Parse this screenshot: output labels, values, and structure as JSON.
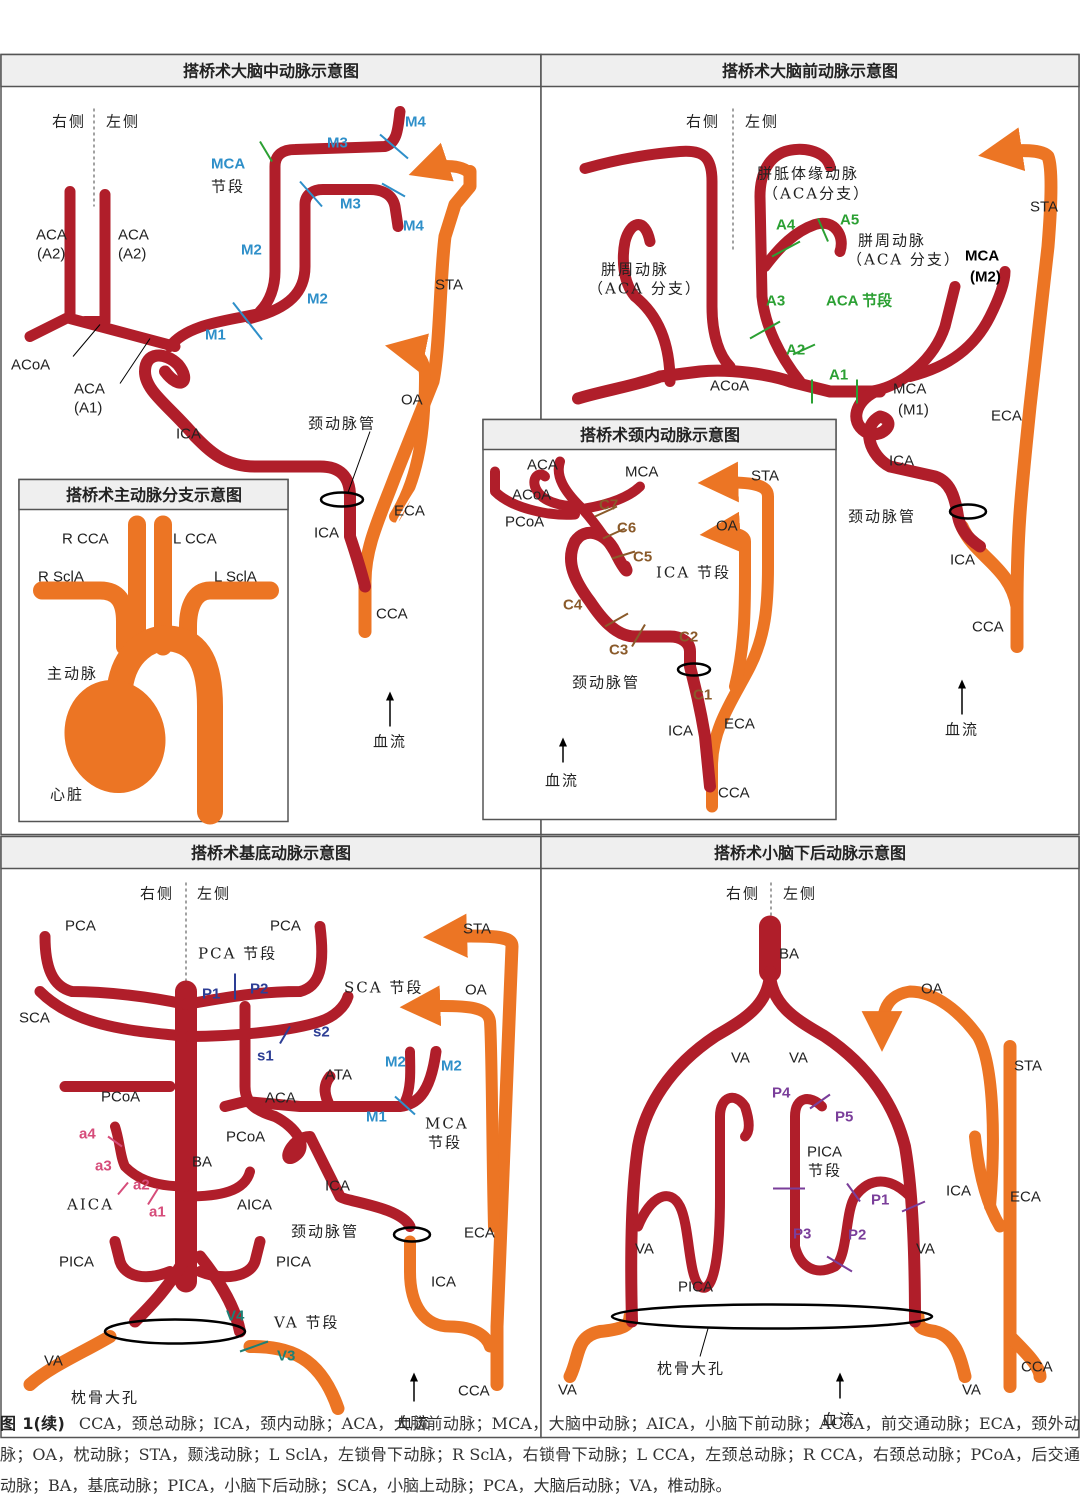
{
  "colors": {
    "artery": "#B01E2A",
    "external": "#EC7524",
    "panel_border": "#555555",
    "title_bg": "#EFEFEF",
    "text_dark": "#222222",
    "mca_label": "#2E8FC9",
    "aca_label": "#2BA033",
    "ica_label": "#8A5A2A",
    "pca_label": "#2D3E95",
    "aica_label": "#D64C7A",
    "va_label": "#1D8075",
    "pica_label": "#7A3E9A"
  },
  "icons": [
    "arrow-up-icon",
    "arrowhead-icon",
    "ring-icon"
  ],
  "panels": {
    "mca": {
      "title": "搭桥术大脑中动脉示意图",
      "right": "右侧",
      "left": "左侧",
      "segment": "MCA",
      "segment2": "节段",
      "m4": "M4",
      "m3": "M3",
      "m2": "M2",
      "m1": "M1",
      "aca_a2": "ACA",
      "a2": "(A2)",
      "acoa": "ACoA",
      "aca_a1": "ACA",
      "a1": "(A1)",
      "ica": "ICA",
      "carotid": "颈动脉管",
      "sta": "STA",
      "oa": "OA",
      "eca": "ECA",
      "cca": "CCA",
      "flow": "血流"
    },
    "aorta": {
      "title": "搭桥术主动脉分支示意图",
      "rcca": "R CCA",
      "lcca": "L CCA",
      "rscla": "R SclA",
      "lscla": "L SclA",
      "aorta": "主动脉",
      "heart": "心脏"
    },
    "aca": {
      "title": "搭桥术大脑前动脉示意图",
      "right": "右侧",
      "left": "左侧",
      "callosomarginal": "胼胝体缘动脉",
      "callosomarginal_sub": "（ACA分支）",
      "pericallosal_r": "胼周动脉",
      "pericallosal_r_sub": "（ACA 分支）",
      "pericallosal_l": "胼周动脉",
      "pericallosal_l_sub": "（ACA 分支）",
      "a1": "A1",
      "a2": "A2",
      "a3": "A3",
      "a4": "A4",
      "a5": "A5",
      "segment": "ACA 节段",
      "mca_m2": "MCA",
      "m2": "(M2)",
      "mca_m1": "MCA",
      "m1": "(M1)",
      "acoa": "ACoA",
      "ica_top": "ICA",
      "carotid": "颈动脉管",
      "ica_bottom": "ICA",
      "sta": "STA",
      "eca": "ECA",
      "cca": "CCA",
      "flow": "血流"
    },
    "ica": {
      "title": "搭桥术颈内动脉示意图",
      "aca": "ACA",
      "acoa": "ACoA",
      "pcoa": "PCoA",
      "mca": "MCA",
      "c7": "C7",
      "c6": "C6",
      "c5": "C5",
      "c4": "C4",
      "c3": "C3",
      "c2": "C2",
      "c1": "C1",
      "segment": "ICA 节段",
      "carotid": "颈动脉管",
      "sta": "STA",
      "oa": "OA",
      "ica": "ICA",
      "eca": "ECA",
      "cca": "CCA",
      "flow": "血流"
    },
    "basilar": {
      "title": "搭桥术基底动脉示意图",
      "right": "右侧",
      "left": "左侧",
      "pca_r": "PCA",
      "pca_l": "PCA",
      "pca_seg": "PCA 节段",
      "p1": "P1",
      "p2": "P2",
      "sca": "SCA",
      "sca_seg": "SCA 节段",
      "s1": "s1",
      "s2": "s2",
      "pcoa_r": "PCoA",
      "ata": "ATA",
      "m2a": "M2",
      "m2b": "M2",
      "m1": "M1",
      "mca_seg": "MCA",
      "mca_seg2": "节段",
      "aca": "ACA",
      "pcoa_l": "PCoA",
      "ba": "BA",
      "ica_top": "ICA",
      "a4": "a4",
      "a3": "a3",
      "a2": "a2",
      "a1": "a1",
      "aica_seg": "AICA",
      "aica": "AICA",
      "carotid": "颈动脉管",
      "pica_r": "PICA",
      "pica_l": "PICA",
      "v4": "V4",
      "va_seg": "VA 节段",
      "v3": "V3",
      "va": "VA",
      "foramen": "枕骨大孔",
      "sta": "STA",
      "oa": "OA",
      "eca": "ECA",
      "ica_bottom": "ICA",
      "cca": "CCA",
      "flow": "血流"
    },
    "pica": {
      "title": "搭桥术小脑下后动脉示意图",
      "right": "右侧",
      "left": "左侧",
      "ba": "BA",
      "va_r": "VA",
      "va_l": "VA",
      "oa": "OA",
      "sta": "STA",
      "p4": "P4",
      "p5": "P5",
      "pica_seg": "PICA",
      "pica_seg2": "节段",
      "p1": "P1",
      "p2": "P2",
      "p3": "P3",
      "ica": "ICA",
      "eca": "ECA",
      "va_ml": "VA",
      "va_mr": "VA",
      "pica": "PICA",
      "foramen": "枕骨大孔",
      "cca": "CCA",
      "va_bl": "VA",
      "va_br": "VA",
      "flow": "血流"
    }
  },
  "caption": {
    "lead": "图 1(续)",
    "text": "CCA，颈总动脉；ICA，颈内动脉；ACA，大脑前动脉；MCA，大脑中动脉；AICA，小脑下前动脉；ACoA，前交通动脉；ECA，颈外动脉；OA，枕动脉；STA，颞浅动脉；L SclA，左锁骨下动脉；R SclA，右锁骨下动脉；L CCA，左颈总动脉；R CCA，右颈总动脉；PCoA，后交通动脉；BA，基底动脉；PICA，小脑下后动脉；SCA，小脑上动脉；PCA，大脑后动脉；VA，椎动脉。"
  }
}
